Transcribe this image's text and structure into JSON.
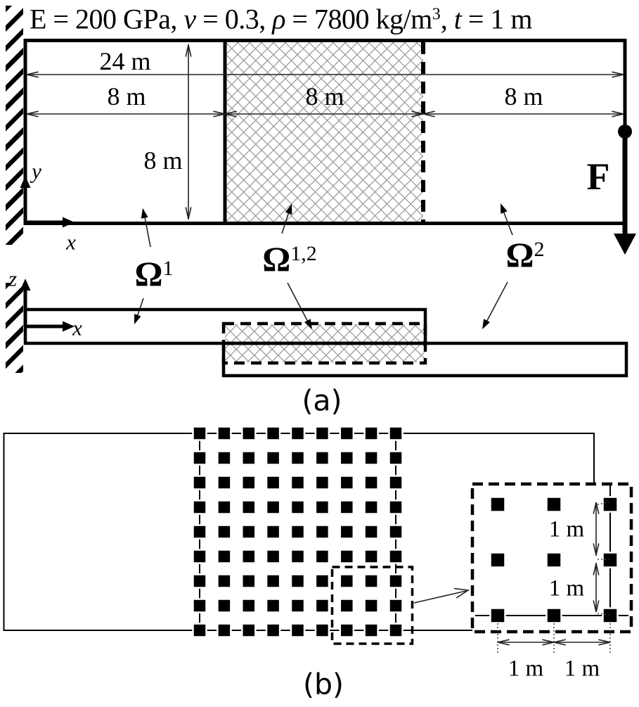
{
  "title": {
    "segments": [
      {
        "t": "E = 200 GPa, "
      },
      {
        "t": "ν",
        "i": true
      },
      {
        "t": " = 0.3, "
      },
      {
        "t": "ρ",
        "i": true
      },
      {
        "t": " = 7800 kg/m"
      },
      {
        "t": "3",
        "sup": true
      },
      {
        "t": ", "
      },
      {
        "t": "t",
        "i": true
      },
      {
        "t": " = 1 m"
      }
    ]
  },
  "top_view": {
    "dims": {
      "total": "24 m",
      "seg1": "8 m",
      "seg2": "8 m",
      "seg3": "8 m",
      "height": "8 m"
    },
    "axes": {
      "x": "x",
      "y": "y"
    },
    "force": "F",
    "domains": {
      "d1": {
        "base": "Ω",
        "sup": "1"
      },
      "d12": {
        "base": "Ω",
        "sup": "1,2"
      },
      "d2": {
        "base": "Ω",
        "sup": "2"
      }
    }
  },
  "side_view": {
    "axes": {
      "x": "x",
      "z": "z"
    }
  },
  "captions": {
    "a": "(a)",
    "b": "(b)"
  },
  "interface_grid": {
    "rows": 9,
    "cols": 9
  },
  "inset": {
    "grid": {
      "rows": 3,
      "cols": 3
    },
    "dims": {
      "v1": "1 m",
      "v2": "1 m",
      "h1": "1 m",
      "h2": "1 m"
    }
  },
  "colors": {
    "ink": "#000000",
    "hatch_gray": "#969696",
    "background": "#ffffff"
  }
}
